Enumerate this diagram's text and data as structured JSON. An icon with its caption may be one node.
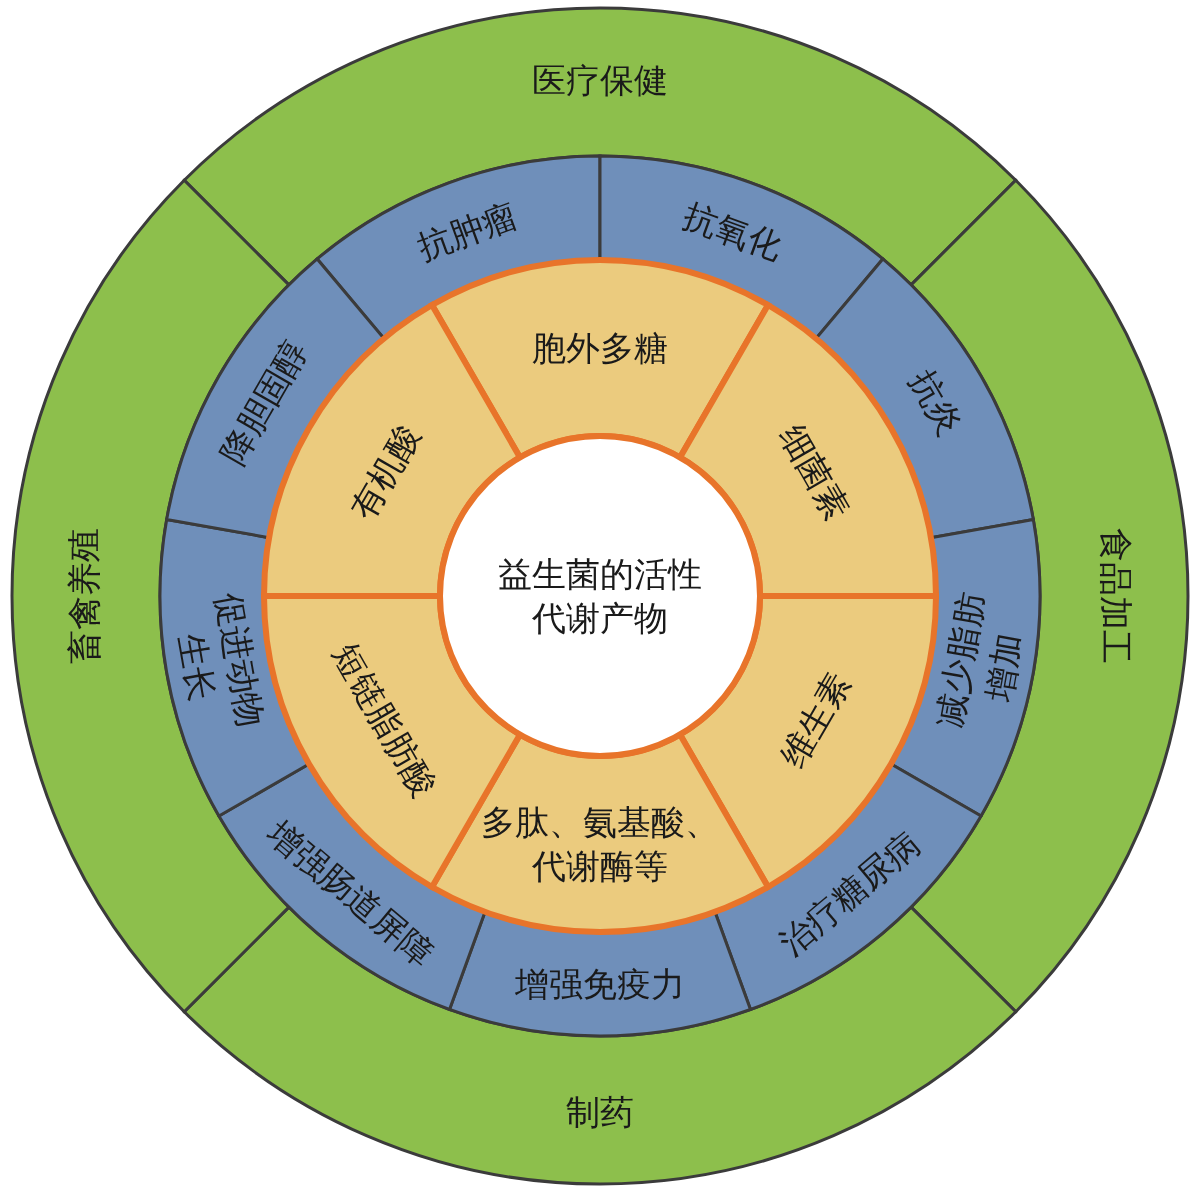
{
  "diagram": {
    "nodes": [
      {
        "text": [
          "医疗保健"
        ]
      },
      {
        "text": [
          "食品加工"
        ]
      },
      {
        "text": [
          "制药"
        ]
      },
      {
        "text": [
          "畜禽养殖"
        ]
      },
      {
        "text": [
          "抗肿瘤"
        ]
      },
      {
        "text": [
          "抗氧化"
        ]
      },
      {
        "text": [
          "抗炎"
        ]
      },
      {
        "text": [
          "减少脂肪增加"
        ]
      },
      {
        "text": [
          "治疗糖尿病"
        ]
      },
      {
        "text": [
          "增强免疫力"
        ]
      },
      {
        "text": [
          "增强肠道屏障"
        ]
      },
      {
        "text": [
          "促进动物生长"
        ]
      },
      {
        "text": [
          "降胆固醇"
        ]
      },
      {
        "text": [
          "胞外多糖"
        ]
      },
      {
        "text": [
          "细菌素"
        ]
      },
      {
        "text": [
          "维生素"
        ]
      },
      {
        "text": [
          "多肽、氨基酸、代谢酶等"
        ]
      },
      {
        "text": [
          "短链脂肪酸"
        ]
      },
      {
        "text": [
          "有机酸"
        ]
      },
      {
        "text": [
          "益生菌的活性代谢产物"
        ]
      }
    ]
  }
}
